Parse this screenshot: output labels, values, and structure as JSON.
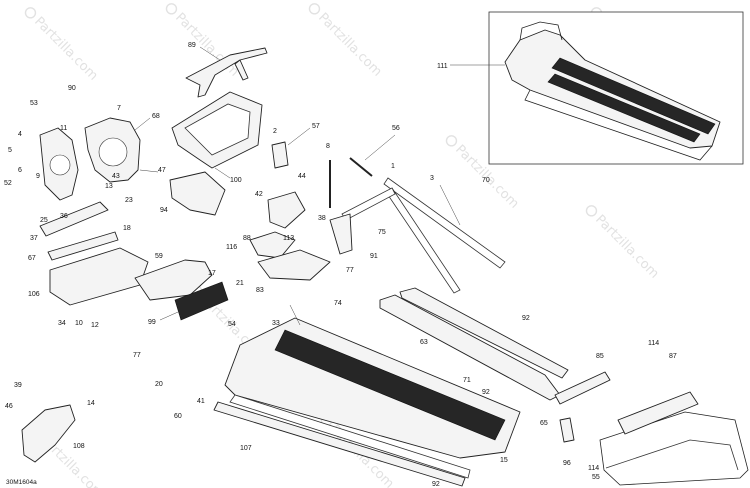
{
  "watermark_text": "Partzilla.com",
  "document_code": "30M1604a",
  "callouts": [
    {
      "id": "c89a",
      "text": "89"
    },
    {
      "id": "c111",
      "text": "111"
    },
    {
      "id": "c90",
      "text": "90"
    },
    {
      "id": "c53",
      "text": "53"
    },
    {
      "id": "c7",
      "text": "7"
    },
    {
      "id": "c68",
      "text": "68"
    },
    {
      "id": "c2",
      "text": "2"
    },
    {
      "id": "c57",
      "text": "57"
    },
    {
      "id": "c56",
      "text": "56"
    },
    {
      "id": "c8",
      "text": "8"
    },
    {
      "id": "c1",
      "text": "1"
    },
    {
      "id": "c3",
      "text": "3"
    },
    {
      "id": "c70",
      "text": "70"
    },
    {
      "id": "c47",
      "text": "47"
    },
    {
      "id": "c23a",
      "text": "23"
    },
    {
      "id": "c37a",
      "text": "37"
    },
    {
      "id": "c25",
      "text": "25"
    },
    {
      "id": "c100",
      "text": "100"
    },
    {
      "id": "c44",
      "text": "44"
    },
    {
      "id": "c42",
      "text": "42"
    },
    {
      "id": "c75",
      "text": "75"
    },
    {
      "id": "c91",
      "text": "91"
    },
    {
      "id": "c94",
      "text": "94"
    },
    {
      "id": "c113",
      "text": "113"
    },
    {
      "id": "c59",
      "text": "59"
    },
    {
      "id": "c106",
      "text": "106"
    },
    {
      "id": "c77a",
      "text": "77"
    },
    {
      "id": "c74",
      "text": "74"
    },
    {
      "id": "c99",
      "text": "99"
    },
    {
      "id": "c54",
      "text": "54"
    },
    {
      "id": "c33",
      "text": "33"
    },
    {
      "id": "c92a",
      "text": "92"
    },
    {
      "id": "c63",
      "text": "63"
    },
    {
      "id": "c77b",
      "text": "77"
    },
    {
      "id": "c20",
      "text": "20"
    },
    {
      "id": "c60",
      "text": "60"
    },
    {
      "id": "c71",
      "text": "71"
    },
    {
      "id": "c85",
      "text": "85"
    },
    {
      "id": "c114a",
      "text": "114"
    },
    {
      "id": "c87",
      "text": "87"
    },
    {
      "id": "c39",
      "text": "39"
    },
    {
      "id": "c46",
      "text": "46"
    },
    {
      "id": "c108",
      "text": "108"
    },
    {
      "id": "c14a",
      "text": "14"
    },
    {
      "id": "c107",
      "text": "107"
    },
    {
      "id": "c15",
      "text": "15"
    },
    {
      "id": "c96",
      "text": "96"
    },
    {
      "id": "c114b",
      "text": "114"
    },
    {
      "id": "c55",
      "text": "55"
    },
    {
      "id": "c5",
      "text": "5"
    },
    {
      "id": "c4",
      "text": "4"
    },
    {
      "id": "c52",
      "text": "52"
    },
    {
      "id": "c13",
      "text": "13"
    },
    {
      "id": "c11",
      "text": "11"
    },
    {
      "id": "c6",
      "text": "6"
    },
    {
      "id": "c9",
      "text": "9"
    },
    {
      "id": "c18",
      "text": "18"
    },
    {
      "id": "c67",
      "text": "67"
    },
    {
      "id": "c10",
      "text": "10"
    },
    {
      "id": "c12",
      "text": "12"
    },
    {
      "id": "c34",
      "text": "34"
    },
    {
      "id": "c17",
      "text": "17"
    },
    {
      "id": "c21",
      "text": "21"
    },
    {
      "id": "c83",
      "text": "83"
    },
    {
      "id": "c116",
      "text": "116"
    },
    {
      "id": "c88",
      "text": "88"
    },
    {
      "id": "c38",
      "text": "38"
    },
    {
      "id": "c65",
      "text": "65"
    },
    {
      "id": "c41",
      "text": "41"
    },
    {
      "id": "c92b",
      "text": "92"
    },
    {
      "id": "c92c",
      "text": "92"
    },
    {
      "id": "c36",
      "text": "36"
    },
    {
      "id": "c43",
      "text": "43"
    }
  ]
}
